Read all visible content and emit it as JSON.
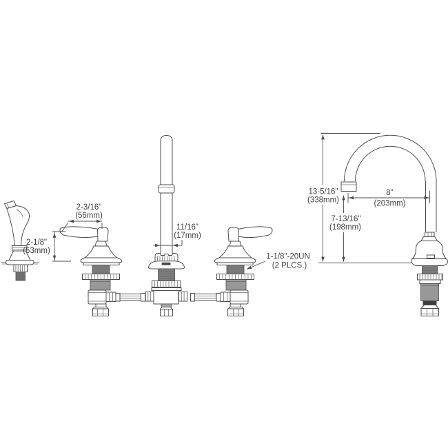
{
  "drawing": {
    "type": "faucet-installation-dimension-diagram",
    "dimensions": {
      "handle_length": {
        "imperial": "2-3/16\"",
        "metric": "(56mm)"
      },
      "handle_height": {
        "imperial": "2-1/8\"",
        "metric": "(53mm)"
      },
      "spout_diameter": {
        "imperial": "11/16\"",
        "metric": "(17mm)"
      },
      "shank_thread": {
        "spec": "1-1/8\"-20UN",
        "note": "(2 PLCS.)"
      },
      "overall_height": {
        "imperial": "13-5/16\"",
        "metric": "(338mm)"
      },
      "spout_reach": {
        "imperial": "8\"",
        "metric": "(203mm)"
      },
      "spout_outlet_height": {
        "imperial": "7-13/16\"",
        "metric": "(198mm)"
      }
    },
    "colors": {
      "background": "#ffffff",
      "line": "#4d4d4d",
      "text": "#3f3f3f",
      "thread_dark": "#7d7d7d",
      "shank_gray": "#989898",
      "seal_dark": "#3d3d3d"
    }
  }
}
